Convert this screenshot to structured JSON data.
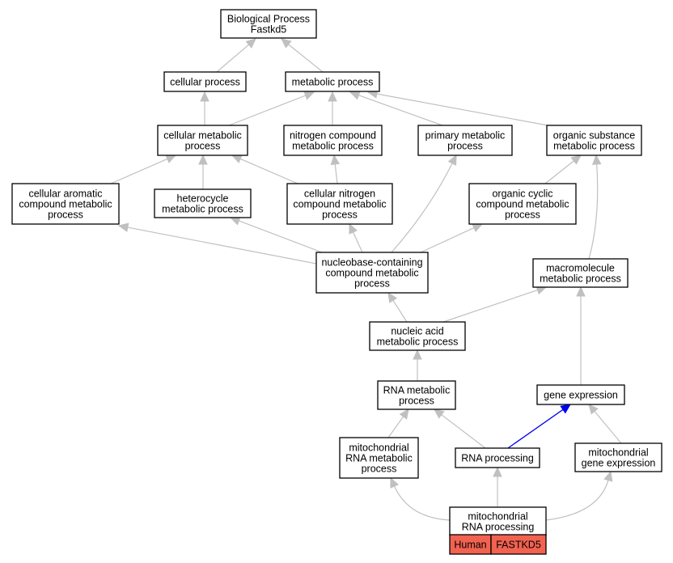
{
  "root_label": [
    "Biological Process",
    "Fastkd5"
  ],
  "nodes": {
    "bp": [
      "Biological Process",
      "Fastkd5"
    ],
    "cp": [
      "cellular process"
    ],
    "mp": [
      "metabolic process"
    ],
    "cmp": [
      "cellular metabolic",
      "process"
    ],
    "ncmp": [
      "nitrogen compound",
      "metabolic process"
    ],
    "pmp": [
      "primary metabolic",
      "process"
    ],
    "osmp": [
      "organic substance",
      "metabolic process"
    ],
    "cacmp": [
      "cellular aromatic",
      "compound metabolic",
      "process"
    ],
    "hmp": [
      "heterocycle",
      "metabolic process"
    ],
    "cncmp": [
      "cellular nitrogen",
      "compound metabolic",
      "process"
    ],
    "occmp": [
      "organic cyclic",
      "compound metabolic",
      "process"
    ],
    "nbccmp": [
      "nucleobase-containing",
      "compound metabolic",
      "process"
    ],
    "mmp": [
      "macromolecule",
      "metabolic process"
    ],
    "namp": [
      "nucleic acid",
      "metabolic process"
    ],
    "rmp": [
      "RNA metabolic",
      "process"
    ],
    "ge": [
      "gene expression"
    ],
    "mrmp": [
      "mitochondrial",
      "RNA metabolic",
      "process"
    ],
    "rp": [
      "RNA processing"
    ],
    "mge": [
      "mitochondrial",
      "gene expression"
    ],
    "mrp": [
      "mitochondrial",
      "RNA processing"
    ]
  },
  "annotation": {
    "species": "Human",
    "gene": "FASTKD5",
    "color": "#f26250"
  },
  "colors": {
    "edge": "#c0c0c0",
    "highlight_edge": "#0000ee"
  }
}
